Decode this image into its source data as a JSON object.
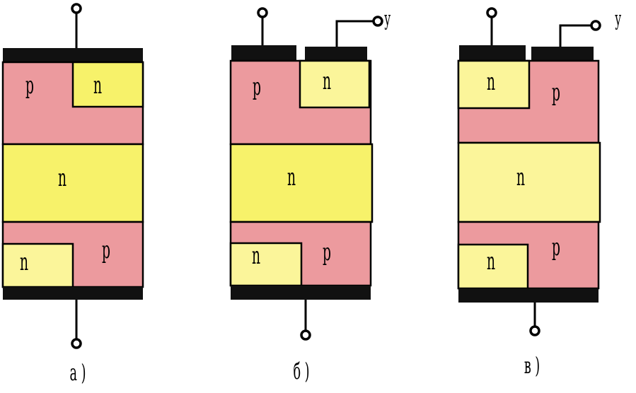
{
  "diagrams": [
    {
      "caption": "а )",
      "top_labels": {
        "p": "p",
        "n": "n"
      },
      "middle_label": "n",
      "bottom_labels": {
        "n": "n",
        "p": "p"
      }
    },
    {
      "caption": "б )",
      "top_labels": {
        "p": "p",
        "n": "n"
      },
      "middle_label": "n",
      "bottom_labels": {
        "n": "n",
        "p": "p"
      },
      "gate_label": "y"
    },
    {
      "caption": "в )",
      "top_labels": {
        "n": "n",
        "p": "p"
      },
      "middle_label": "n",
      "bottom_labels": {
        "n": "n",
        "p": "p"
      },
      "gate_label": "y"
    }
  ],
  "colors": {
    "p_region": "#ec9a9e",
    "n_region": "#f7f26a",
    "n_region_light": "#fbf59a",
    "electrode": "#111111"
  }
}
